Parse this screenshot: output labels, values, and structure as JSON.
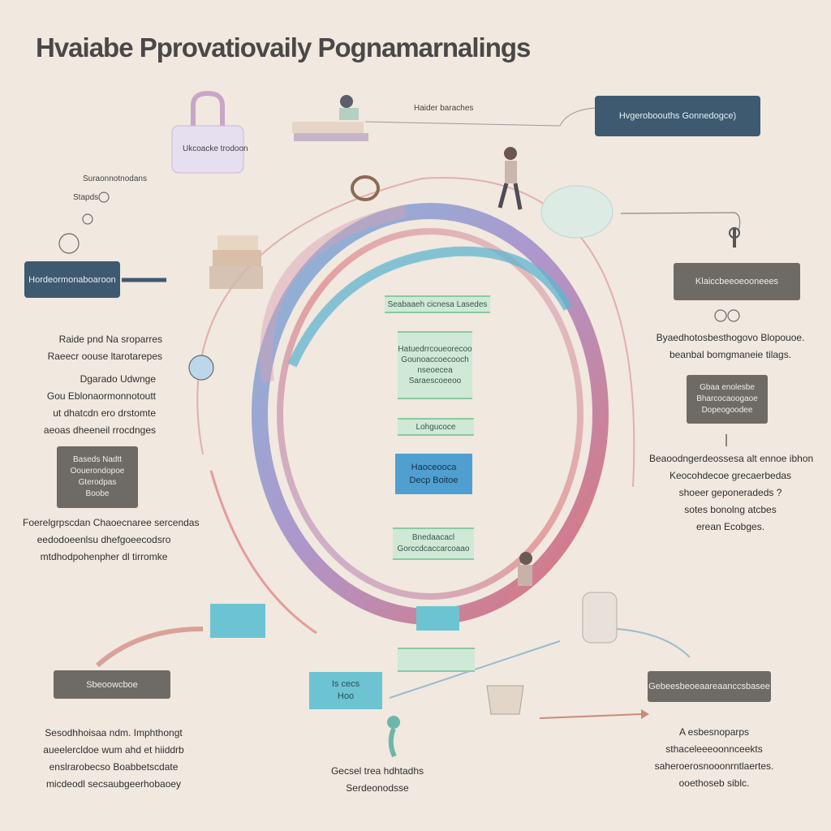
{
  "title": "Hvaiabe Pprovatiovaily Pognamarnalings",
  "colors": {
    "background": "#f1e8df",
    "ring_outer_blue": "#6aaed6",
    "ring_outer_red": "#d9565e",
    "ring_outer_purple": "#9b84c9",
    "box_dark": "#6e6a66",
    "box_navy": "#3d5a70",
    "box_teal": "#6cc4d2",
    "box_blue": "#4f9fd1",
    "box_green": "#cfe9d6"
  },
  "top": {
    "caption": "Haider baraches",
    "navy_box": "Hvgeroboouths Gonnedogce)"
  },
  "left": {
    "top_small_1": "Suraonnotnodans",
    "top_small_2": "Stapds",
    "navy_box": "Hordeormonaboaroon",
    "block1": [
      "Raide pnd Na sroparres",
      "Raeecr oouse ltarotarepes"
    ],
    "block2": [
      "Dgarado Udwnge",
      "Gou Eblonaormonnotoutt",
      "ut dhatcdn ero drstomte",
      "aeoas dheeneil rrocdnges"
    ],
    "grey_box": [
      "Baseds Nadtt",
      "Oouerondopoe",
      "Gterodpas",
      "Boobe"
    ],
    "block3": [
      "Foerelgrpscdan Chaoecnaree sercendas",
      "eedodoeenlsu dhefgoeecodsro",
      "mtdhodpohenpher dl tirromke"
    ]
  },
  "right": {
    "top_card": "Ukcoacke trodoon",
    "dark_box_1": "Klaiccbeeoeooneees",
    "block1": [
      "Byaedhotosbesthogovo Blopouoe.",
      "beanbal bomgmaneie tilags."
    ],
    "grey_box": [
      "Gbaa enolesbe",
      "Bharcocaoogaoe",
      "Dopeogoodee"
    ],
    "block2": [
      "Beaoodngerdeossesa alt ennoe ibhon",
      "Keocohdecoe grecaerbedas",
      "shoeer geponeradeds ?",
      "sotes bonolng atcbes",
      "erean Ecobges."
    ]
  },
  "center": {
    "green_1": [
      "Seabaaeh cicnesa Lasedes"
    ],
    "green_2": [
      "Hatuedrrcoueorecoo",
      "Gounoaccoecooch",
      "nseoecea",
      "Saraescoeeoo"
    ],
    "green_3": [
      "Lohgucoce"
    ],
    "blue_box": [
      "Haoceooca",
      "Decp Boitoe"
    ],
    "green_4": [
      "Bnedaacacl",
      "Gorccdcaccarcoaao"
    ],
    "teal_bottom": ""
  },
  "bottom": {
    "left_dark_box": "Sbeoowcboe",
    "left_block": [
      "Sesodhhoisaa ndm. Imphthongt",
      "aueelercldoe wum ahd et hiiddrb",
      "enslrarobecso Boabbetscdate",
      "micdeodl secsaubgeerhobaoey"
    ],
    "center_teal_box": [
      "Is cecs",
      "Hoo"
    ],
    "center_block": [
      "Gecsel trea hdhtadhs",
      "Serdeonodsse"
    ],
    "right_dark_box": "Gebeesbeoeaareaanccsbasee",
    "right_block": [
      "A esbesnoparps",
      "sthaceleeeoonnceekts",
      "saheroerosnooonrntlaertes.",
      "ooethoseb siblc."
    ]
  },
  "icons": {
    "lock": "lock-icon",
    "person": "person-walking-icon",
    "ring": "ring-icon",
    "hook": "hook-icon",
    "box": "box-icon",
    "bag": "bag-icon"
  }
}
